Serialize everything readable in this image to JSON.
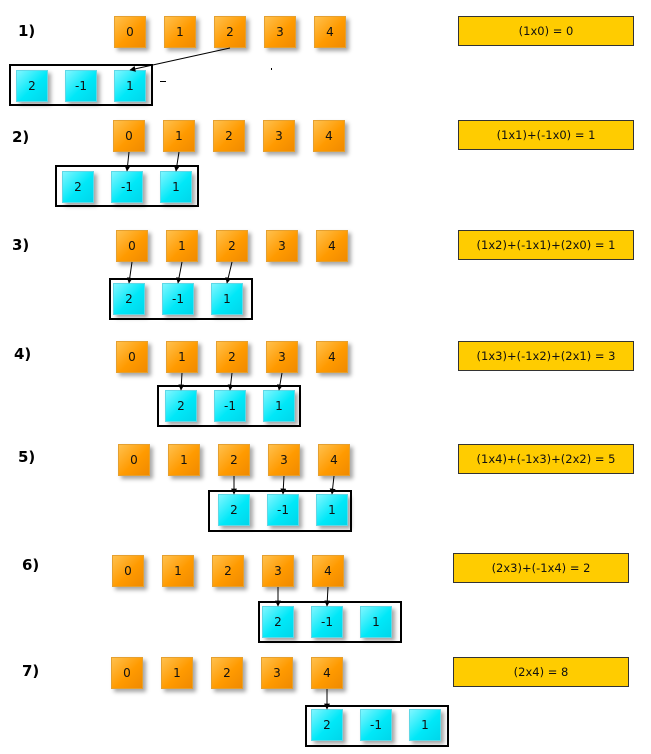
{
  "input_values": [
    "0",
    "1",
    "2",
    "3",
    "4"
  ],
  "kernel_values": [
    "2",
    "-1",
    "1"
  ],
  "colors": {
    "input_box": "#ff9a00",
    "kernel_box": "#00e8f8",
    "result_box": "#ffcc00",
    "frame": "#000000"
  },
  "steps": [
    {
      "label": "1)",
      "formula": "(1x0) = 0"
    },
    {
      "label": "2)",
      "formula": "(1x1)+(-1x0) = 1"
    },
    {
      "label": "3)",
      "formula": "(1x2)+(-1x1)+(2x0) = 1"
    },
    {
      "label": "4)",
      "formula": "(1x3)+(-1x2)+(2x1) = 3"
    },
    {
      "label": "5)",
      "formula": "(1x4)+(-1x3)+(2x2) = 5"
    },
    {
      "label": "6)",
      "formula": "(2x3)+(-1x4) = 2"
    },
    {
      "label": "7)",
      "formula": "(2x4) = 8"
    }
  ]
}
